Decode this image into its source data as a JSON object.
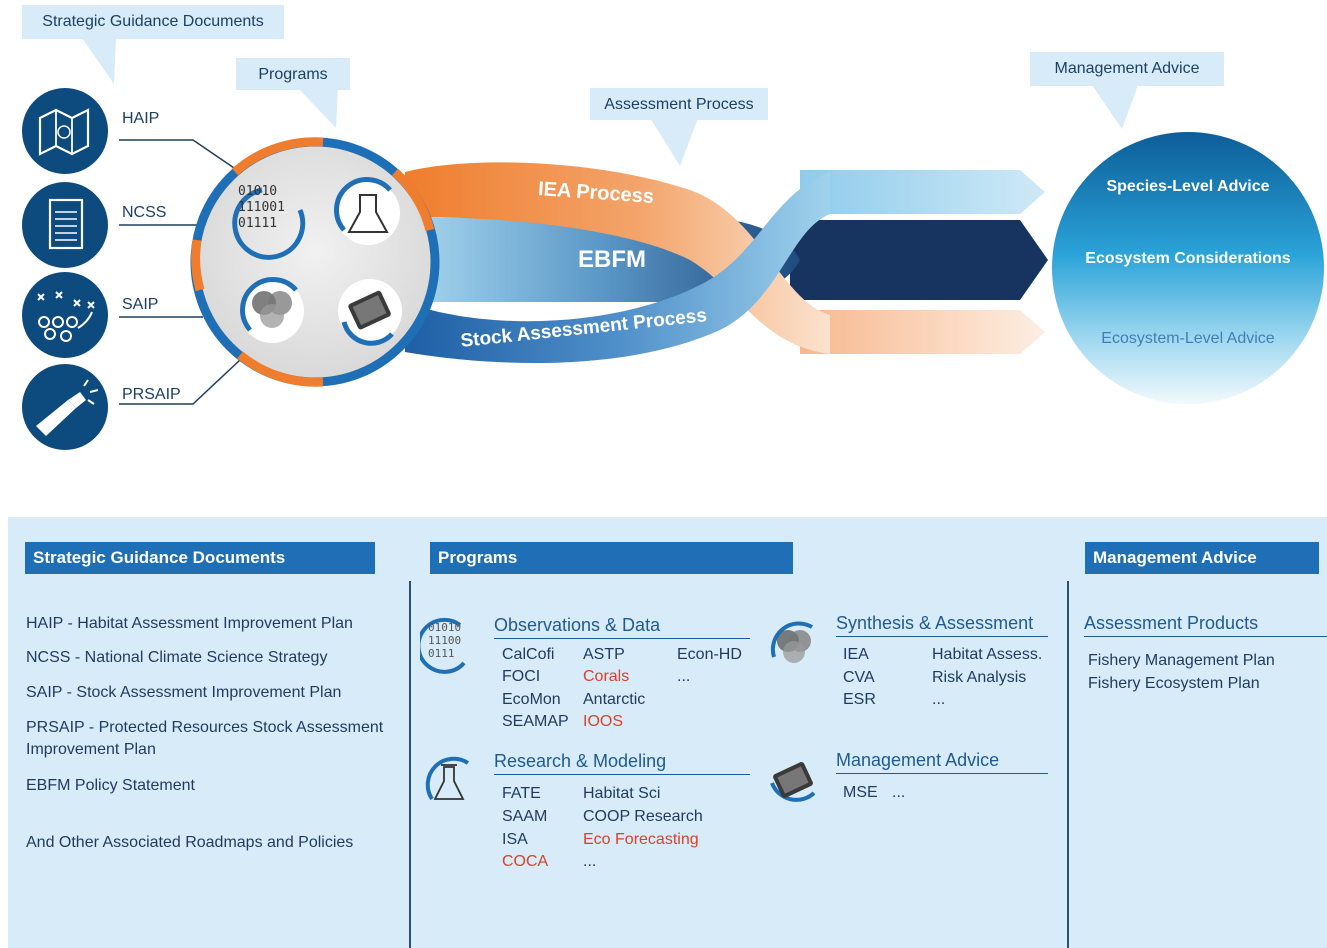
{
  "top": {
    "callouts": {
      "strategic": "Strategic Guidance Documents",
      "programs": "Programs",
      "assessment": "Assessment Process",
      "management": "Management Advice"
    },
    "documents": [
      {
        "label": "HAIP",
        "icon": "map-icon"
      },
      {
        "label": "NCSS",
        "icon": "document-icon"
      },
      {
        "label": "SAIP",
        "icon": "playbook-icon"
      },
      {
        "label": "PRSAIP",
        "icon": "flashlight-icon"
      }
    ],
    "bands": {
      "iea": "IEA Process",
      "ebfm": "EBFM",
      "stock": "Stock Assessment Process"
    },
    "advice": {
      "species": "Species-Level Advice",
      "ecosystem_considerations": "Ecosystem Considerations",
      "ecosystem_level": "Ecosystem-Level Advice"
    },
    "program_icon_text": "01010 111001 01111"
  },
  "bottom": {
    "headers": {
      "strategic": "Strategic Guidance Documents",
      "programs": "Programs",
      "management": "Management Advice"
    },
    "documents": [
      "HAIP - Habitat Assessment Improvement Plan",
      "NCSS - National Climate Science Strategy",
      "SAIP - Stock Assessment Improvement Plan",
      "PRSAIP - Protected Resources Stock Assessment Improvement Plan",
      "EBFM Policy Statement",
      "And Other Associated Roadmaps and Policies"
    ],
    "observations": {
      "title": "Observations & Data",
      "icon_text": "01010 11100 0111",
      "col1": [
        "CalCofi",
        "FOCI",
        "EcoMon",
        "SEAMAP"
      ],
      "col2": [
        "ASTP",
        "Corals",
        "Antarctic",
        "IOOS"
      ],
      "col3": [
        "Econ-HD",
        "..."
      ]
    },
    "research": {
      "title": "Research & Modeling",
      "col1": [
        "FATE",
        "SAAM",
        "ISA",
        "COCA"
      ],
      "col2": [
        "Habitat Sci",
        "COOP Research",
        "Eco Forecasting",
        "..."
      ]
    },
    "synthesis": {
      "title": "Synthesis & Assessment",
      "col1": [
        "IEA",
        "CVA",
        "ESR"
      ],
      "col2": [
        "Habitat Assess.",
        "Risk Analysis",
        "..."
      ]
    },
    "management_prog": {
      "title": "Management Advice",
      "items": [
        "MSE",
        "..."
      ]
    },
    "products": {
      "title": "Assessment Products",
      "items": [
        "Fishery Management Plan",
        "Fishery Ecosystem Plan"
      ]
    }
  },
  "colors": {
    "navy": "#0d4a7d",
    "blue": "#1f6fb6",
    "orange": "#ef7d2d",
    "light_blue": "#d7ecf8",
    "red": "#d9412b"
  }
}
